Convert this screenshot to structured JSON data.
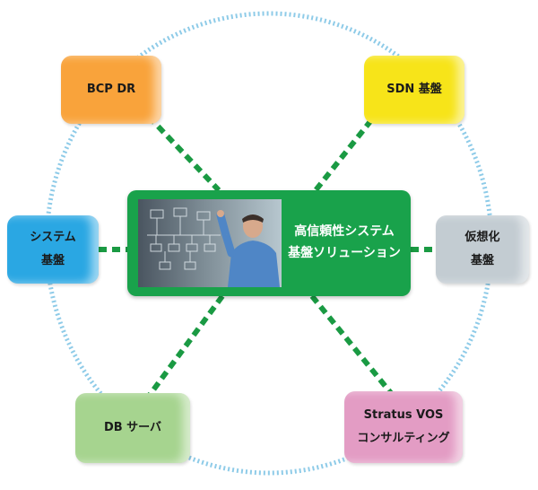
{
  "center": {
    "title_line1": "高信頼性システム",
    "title_line2": "基盤ソリューション"
  },
  "nodes": {
    "bcp_dr": {
      "line1": "BCP DR",
      "color": "#f9a33b"
    },
    "sdn": {
      "line1": "SDN 基盤",
      "color": "#f7e419"
    },
    "system": {
      "line1": "システム",
      "line2": "基盤",
      "color": "#2aa7e3"
    },
    "virtualization": {
      "line1": "仮想化",
      "line2": "基盤",
      "color": "#c3ccd2"
    },
    "db_server": {
      "line1": "DB サーバ",
      "color": "#a6d48f"
    },
    "stratus": {
      "line1": "Stratus VOS",
      "line2": "コンサルティング",
      "color": "#e39cc4"
    }
  },
  "colors": {
    "ring": "#8ecbe8",
    "connector": "#1a9a43",
    "center_bg": "#19a24b"
  }
}
